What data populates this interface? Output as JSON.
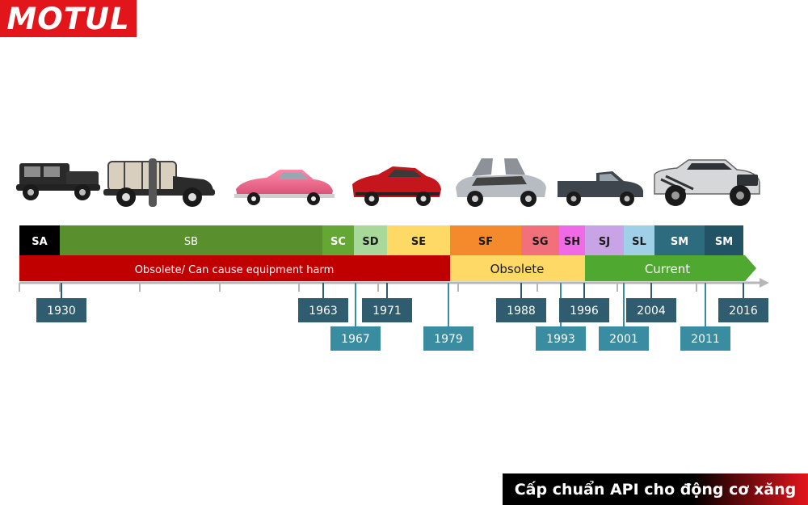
{
  "brand": {
    "logo_text": "MOTUL"
  },
  "caption": "Cấp chuẩn API cho động cơ xăng",
  "categories": [
    {
      "label": "SA",
      "color": "#000000",
      "text_color": "#ffffff"
    },
    {
      "label": "SB",
      "color": "#5a8f2d",
      "text_color": "#ffffff"
    },
    {
      "label": "SC",
      "color": "#64a833",
      "text_color": "#ffffff"
    },
    {
      "label": "SD",
      "color": "#a9d99a",
      "text_color": "#1a1a1a"
    },
    {
      "label": "SE",
      "color": "#ffd966",
      "text_color": "#1a1a1a"
    },
    {
      "label": "SF",
      "color": "#f58a2c",
      "text_color": "#1a1a1a"
    },
    {
      "label": "SG",
      "color": "#f2707a",
      "text_color": "#1a1a1a"
    },
    {
      "label": "SH",
      "color": "#f06ae6",
      "text_color": "#1a1a1a"
    },
    {
      "label": "SJ",
      "color": "#c8a4e6",
      "text_color": "#1a1a1a"
    },
    {
      "label": "SL",
      "color": "#9fd0e8",
      "text_color": "#1a1a1a"
    },
    {
      "label": "SM",
      "color": "#2d6b7e",
      "text_color": "#ffffff"
    },
    {
      "label": "SM",
      "color": "#215364",
      "text_color": "#ffffff"
    }
  ],
  "eras": [
    {
      "label": "Obsolete/ Can cause equipment harm",
      "color": "#c00000",
      "text_color": "#ffffff"
    },
    {
      "label": "Obsolete",
      "color": "#ffd966",
      "text_color": "#1a1a1a"
    },
    {
      "label": "Current",
      "color": "#4fa82f",
      "text_color": "#ffffff"
    }
  ],
  "years": [
    "1930",
    "1963",
    "1967",
    "1971",
    "1979",
    "1988",
    "1993",
    "1996",
    "2001",
    "2004",
    "2011",
    "2016"
  ],
  "colors": {
    "axis": "#b7b7b7",
    "year_label_dark": "#2f5d6f",
    "year_label_light": "#3a8ca0"
  }
}
